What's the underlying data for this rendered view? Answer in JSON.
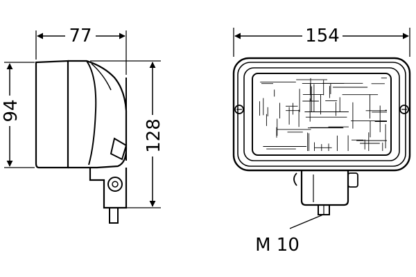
{
  "drawing": {
    "side_view": {
      "width_label": "77",
      "lens_height_label": "94",
      "total_height_label": "128"
    },
    "front_view": {
      "width_label": "154",
      "thread_label": "M 10"
    }
  },
  "colors": {
    "line": "#000000",
    "background": "#ffffff"
  }
}
